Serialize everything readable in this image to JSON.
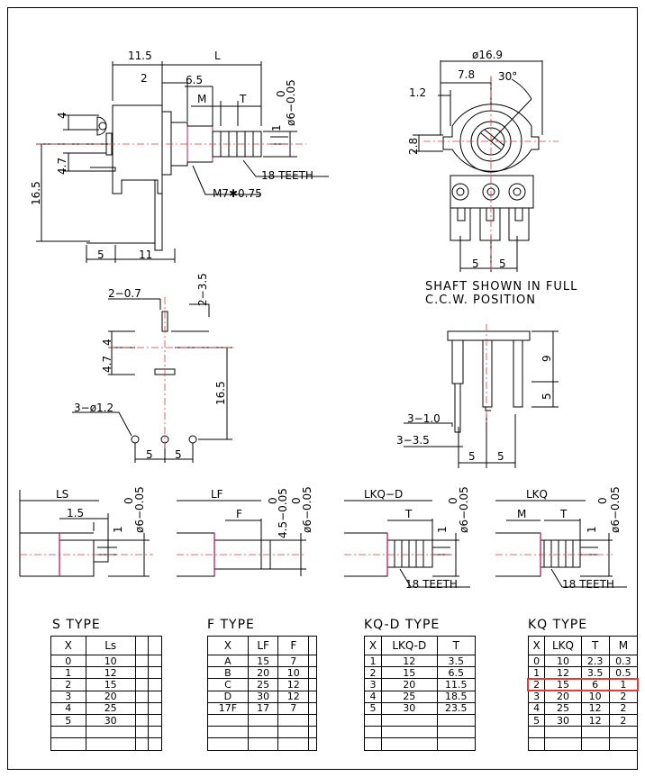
{
  "colors": {
    "line": "#000000",
    "center_line": "#e53935",
    "shaft_edge": "#c2185b",
    "highlight": "#e53935"
  },
  "top_left": {
    "dims": [
      "11.5",
      "L",
      "2",
      "6.5",
      "M",
      "T",
      "0",
      "ø6−0.05",
      "1",
      "4",
      "16.5",
      "4.7",
      "5",
      "11"
    ],
    "teeth": "18 TEETH",
    "thread": "M7✱0.75"
  },
  "top_right": {
    "dims": [
      "ø16.9",
      "7.8",
      "30°",
      "1.2",
      "2.8",
      "5",
      "5"
    ],
    "note_line1": "SHAFT SHOWN IN FULL",
    "note_line2": "C.C.W. POSITION"
  },
  "pcb": {
    "dims": [
      "2−0.7",
      "2−3.5",
      "4",
      "4.7",
      "16.5",
      "3−ø1.2",
      "5",
      "5"
    ]
  },
  "side_view": {
    "dims": [
      "9",
      "5",
      "3−1.0",
      "3−3.5",
      "5",
      "5"
    ]
  },
  "shafts": {
    "s": {
      "dims": [
        "LS",
        "1.5",
        "1",
        "0",
        "ø6−0.05"
      ]
    },
    "f": {
      "dims": [
        "LF",
        "F",
        "0",
        "4.5−0.05",
        "0",
        "ø6−0.05"
      ]
    },
    "kqd": {
      "dims": [
        "LKQ−D",
        "T",
        "1",
        "0",
        "ø6−0.05"
      ],
      "teeth": "18 TEETH"
    },
    "kq": {
      "dims": [
        "LKQ",
        "M",
        "T",
        "1",
        "0",
        "ø6−0.05"
      ],
      "teeth": "18 TEETH"
    }
  },
  "tables": {
    "s": {
      "title": "S TYPE",
      "headers": [
        "X",
        "Ls",
        "",
        ""
      ],
      "rows": [
        [
          "0",
          "10",
          "",
          ""
        ],
        [
          "1",
          "12",
          "",
          ""
        ],
        [
          "2",
          "15",
          "",
          ""
        ],
        [
          "3",
          "20",
          "",
          ""
        ],
        [
          "4",
          "25",
          "",
          ""
        ],
        [
          "5",
          "30",
          "",
          ""
        ],
        [
          "",
          "",
          "",
          ""
        ],
        [
          "",
          "",
          "",
          ""
        ]
      ]
    },
    "f": {
      "title": "F TYPE",
      "headers": [
        "X",
        "LF",
        "F",
        ""
      ],
      "rows": [
        [
          "A",
          "15",
          "7",
          ""
        ],
        [
          "B",
          "20",
          "10",
          ""
        ],
        [
          "C",
          "25",
          "12",
          ""
        ],
        [
          "D",
          "30",
          "12",
          ""
        ],
        [
          "17F",
          "17",
          "7",
          ""
        ],
        [
          "",
          "",
          "",
          ""
        ],
        [
          "",
          "",
          "",
          ""
        ],
        [
          "",
          "",
          "",
          ""
        ]
      ]
    },
    "kqd": {
      "title": "KQ-D TYPE",
      "headers": [
        "X",
        "LKQ-D",
        "T"
      ],
      "rows": [
        [
          "1",
          "12",
          "3.5"
        ],
        [
          "2",
          "15",
          "6.5"
        ],
        [
          "3",
          "20",
          "11.5"
        ],
        [
          "4",
          "25",
          "18.5"
        ],
        [
          "5",
          "30",
          "23.5"
        ],
        [
          "",
          "",
          ""
        ],
        [
          "",
          "",
          ""
        ],
        [
          "",
          "",
          ""
        ]
      ]
    },
    "kq": {
      "title": "KQ TYPE",
      "headers": [
        "X",
        "LKQ",
        "T",
        "M"
      ],
      "rows": [
        [
          "0",
          "10",
          "2.3",
          "0.3"
        ],
        [
          "1",
          "12",
          "3.5",
          "0.5"
        ],
        [
          "2",
          "15",
          "6",
          "1"
        ],
        [
          "3",
          "20",
          "10",
          "2"
        ],
        [
          "4",
          "25",
          "12",
          "2"
        ],
        [
          "5",
          "30",
          "12",
          "2"
        ],
        [
          "",
          "",
          "",
          ""
        ],
        [
          "",
          "",
          "",
          ""
        ]
      ]
    }
  }
}
